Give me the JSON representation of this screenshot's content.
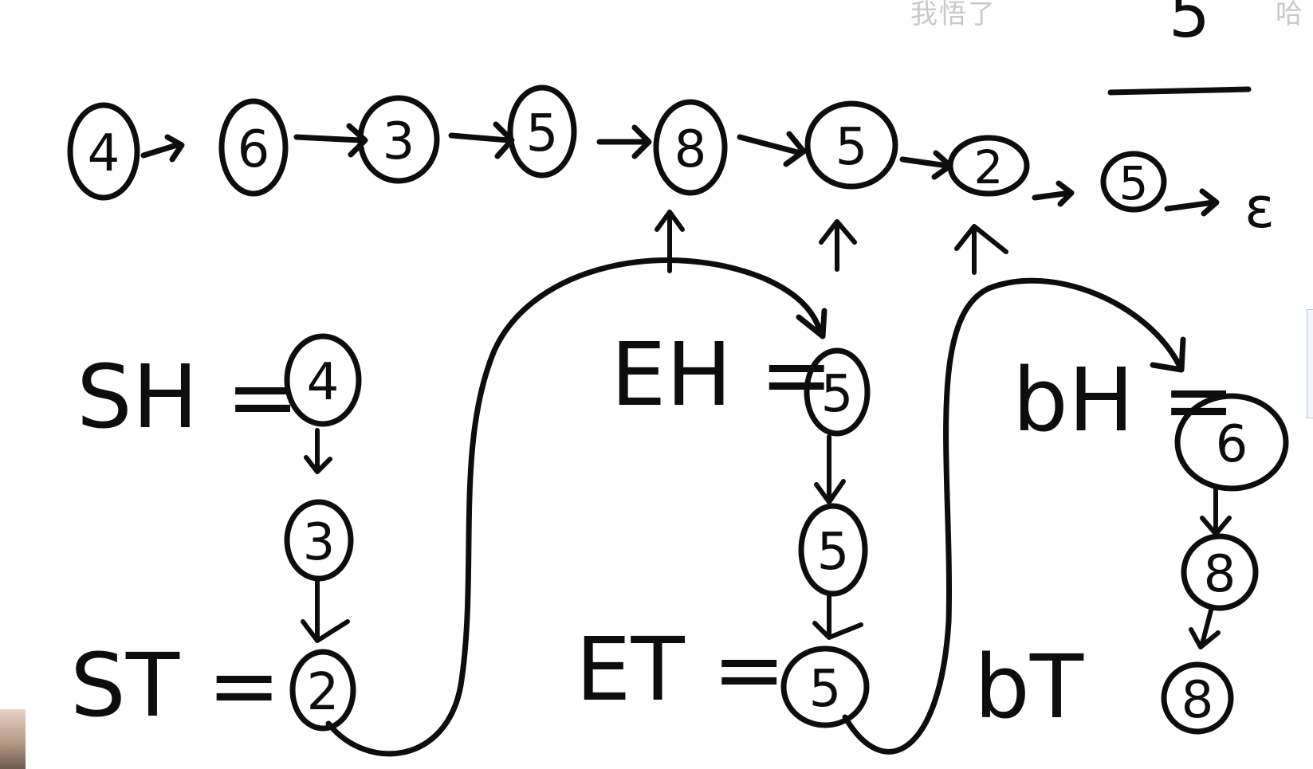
{
  "overlay": {
    "danmu": [
      "我悟了",
      "哈"
    ]
  },
  "diagram": {
    "annotation_top": "5",
    "chain": [
      {
        "value": "4"
      },
      {
        "value": "6"
      },
      {
        "value": "3"
      },
      {
        "value": "5"
      },
      {
        "value": "8"
      },
      {
        "value": "5"
      },
      {
        "value": "2"
      },
      {
        "value": "5"
      },
      {
        "value": "ε"
      }
    ],
    "groups": [
      {
        "head_label": "SH =",
        "tail_label": "ST =",
        "nodes": [
          "4",
          "3",
          "2"
        ]
      },
      {
        "head_label": "EH =",
        "tail_label": "ET =",
        "nodes": [
          "5",
          "5",
          "5"
        ]
      },
      {
        "head_label": "bH =",
        "tail_label": "bT",
        "nodes": [
          "6",
          "8",
          "8"
        ]
      }
    ]
  },
  "colors": {
    "ink": "#0d0d0d",
    "background": "#ffffff",
    "danmu": "#c9c9c9"
  }
}
